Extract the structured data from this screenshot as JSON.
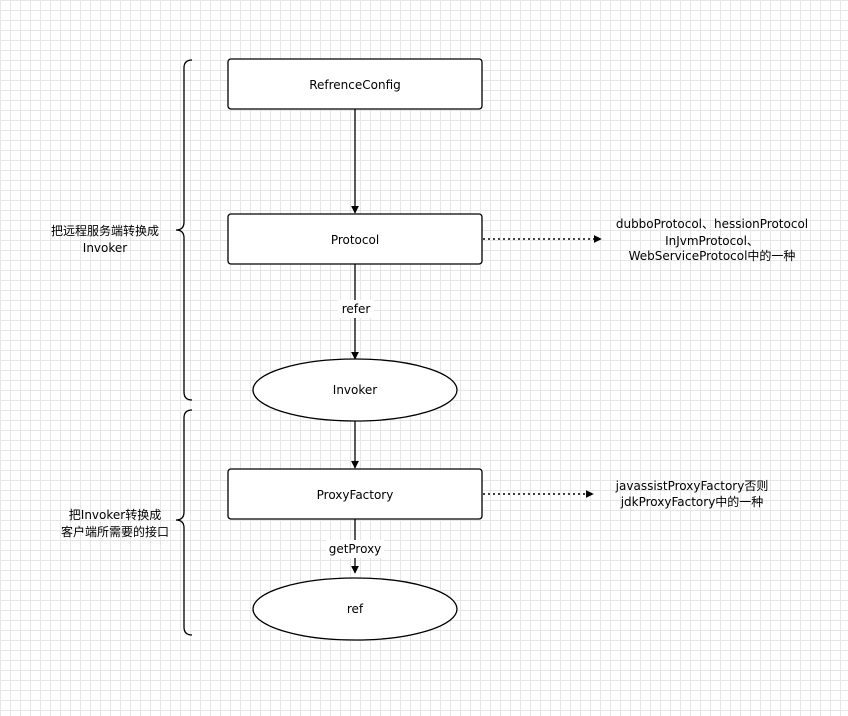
{
  "nodes": {
    "refrence_config": "RefrenceConfig",
    "protocol": "Protocol",
    "invoker": "Invoker",
    "proxy_factory": "ProxyFactory",
    "ref": "ref"
  },
  "edge_labels": {
    "refer": "refer",
    "get_proxy": "getProxy"
  },
  "notes": {
    "protocol_impls": [
      "dubboProtocol、hessionProtocol",
      "InJvmProtocol、",
      "WebServiceProtocol中的一种"
    ],
    "proxy_impls": [
      "javassistProxyFactory否则",
      "jdkProxyFactory中的一种"
    ]
  },
  "brackets": {
    "top": [
      "把远程服务端转换成",
      "Invoker"
    ],
    "bottom": [
      "把Invoker转换成",
      "客户端所需要的接口"
    ]
  },
  "colors": {
    "stroke": "#000000",
    "background": "#ffffff",
    "grid": "#e6e6e6"
  }
}
